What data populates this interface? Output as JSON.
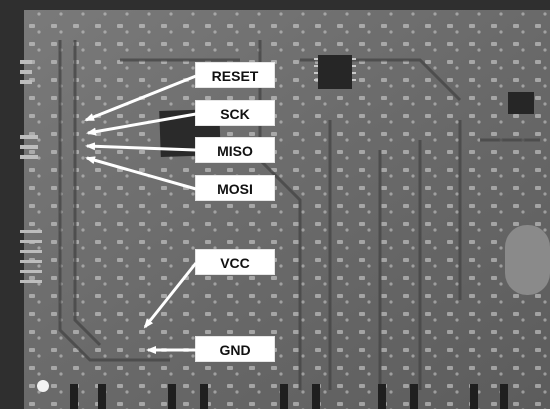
{
  "image": {
    "subject": "pcb-photo",
    "tone": "grayscale"
  },
  "labels": {
    "reset": "RESET",
    "sck": "SCK",
    "miso": "MISO",
    "mosi": "MOSI",
    "vcc": "VCC",
    "gnd": "GND"
  },
  "colors": {
    "board": "#6f6f6f",
    "label_bg": "#ffffff",
    "label_text": "#111111",
    "arrow": "#ffffff"
  }
}
